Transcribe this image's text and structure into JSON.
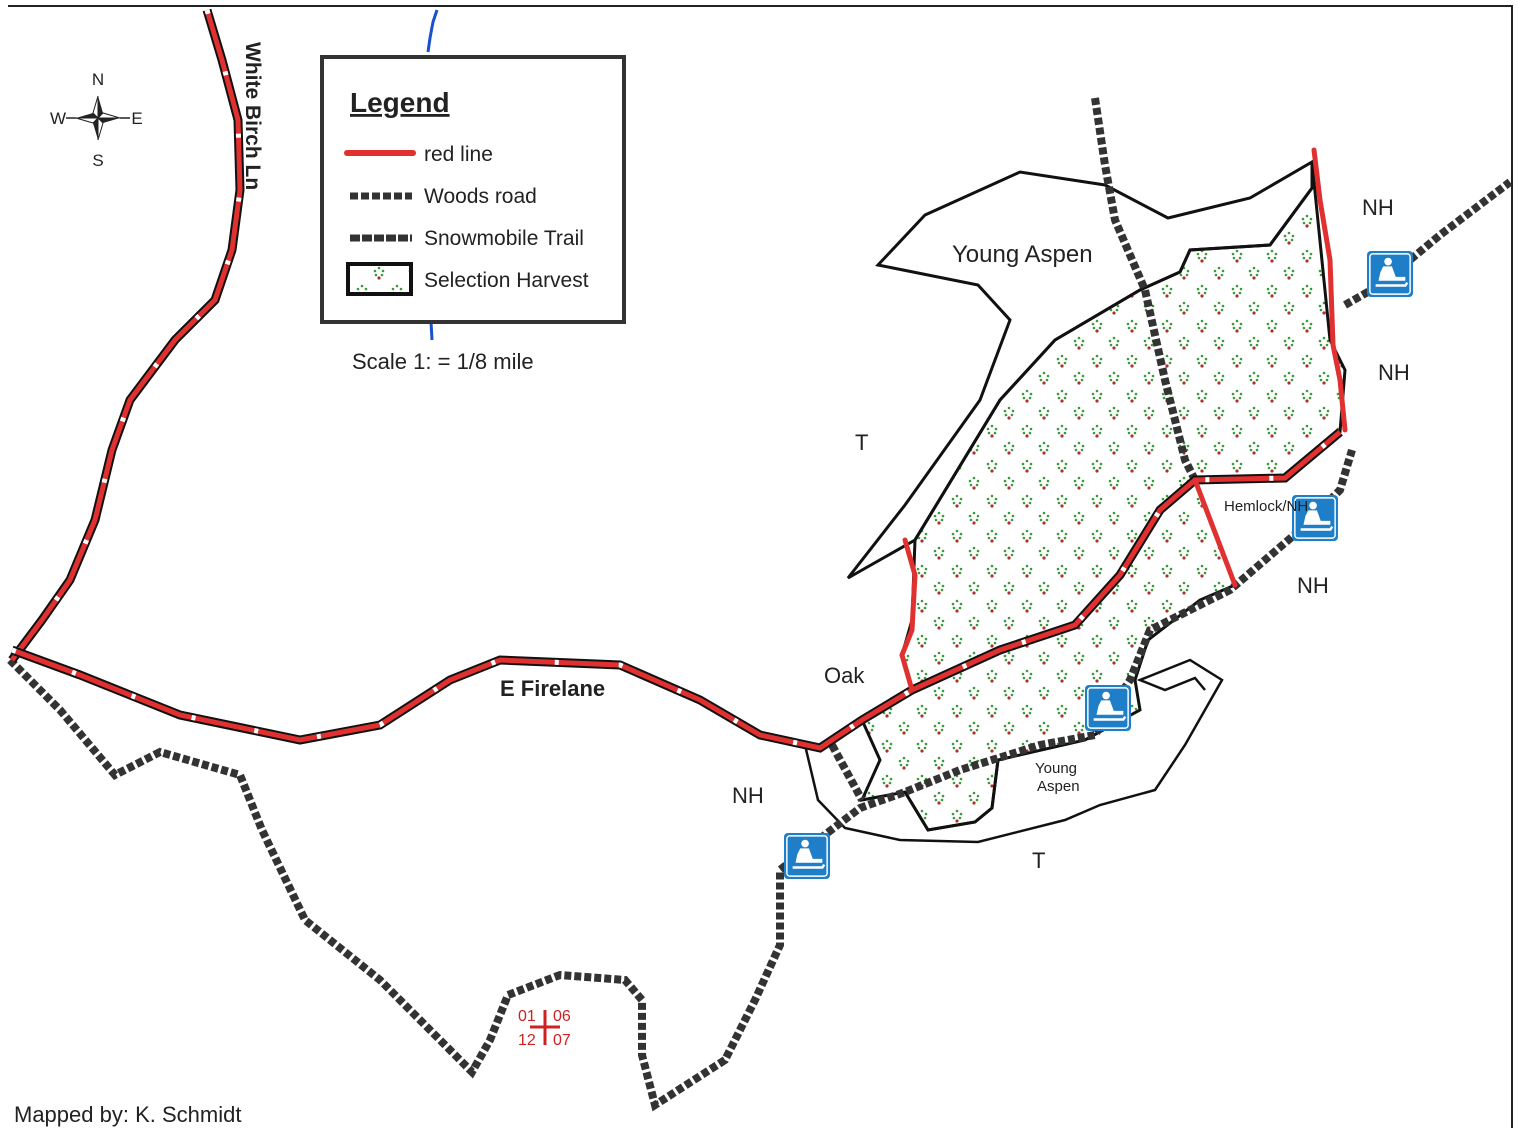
{
  "compass": {
    "n": "N",
    "s": "S",
    "e": "E",
    "w": "W"
  },
  "legend": {
    "title": "Legend",
    "items": [
      {
        "label": "red line",
        "symbol": "red-line-icon"
      },
      {
        "label": "Woods road",
        "symbol": "woods-road-icon"
      },
      {
        "label": "Snowmobile Trail",
        "symbol": "snowmobile-trail-icon"
      },
      {
        "label": "Selection Harvest",
        "symbol": "selection-harvest-icon"
      }
    ]
  },
  "scale": "Scale 1: = 1/8 mile",
  "roads": {
    "white_birch": "White Birch Ln",
    "e_firelane": "E Firelane"
  },
  "stand_labels": {
    "young_aspen_north": "Young Aspen",
    "nh_1": "NH",
    "nh_2": "NH",
    "nh_3": "NH",
    "nh_4": "NH",
    "t_west": "T",
    "t_south": "T",
    "hemlock_nh": "Hemlock/NH",
    "oak": "Oak",
    "young_aspen_south_line1": "Young",
    "young_aspen_south_line2": "Aspen"
  },
  "survey_corner": {
    "tl": "01",
    "tr": "06",
    "bl": "12",
    "br": "07"
  },
  "credit": "Mapped by: K. Schmidt",
  "colors": {
    "red_line": "#e03030",
    "road_outline": "#333333",
    "trail": "#333333",
    "stream": "#1a4fd0",
    "sign_blue": "#1e7fc8",
    "harvest_dot": "#3a9a3a",
    "corner_red": "#cc2222"
  }
}
